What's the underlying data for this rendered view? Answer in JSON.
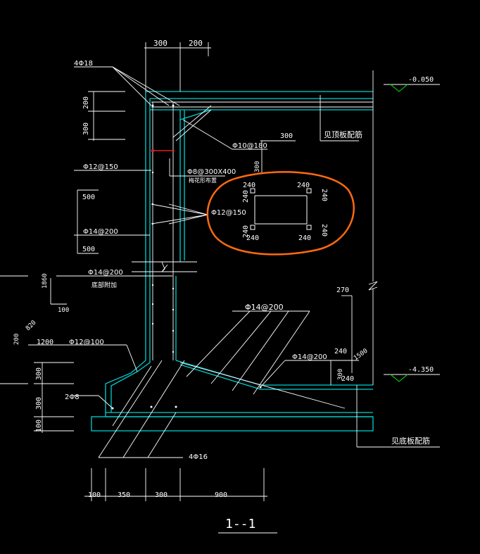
{
  "colors": {
    "background": "#000000",
    "outline": "#00d0d0",
    "rebar": "#ffffff",
    "dimension": "#ffffff",
    "text": "#ffffff",
    "level_mark": "#00c000",
    "annotation": "#ff6a10",
    "hook": "#e02020"
  },
  "labels": {
    "rebar_4phi18": "4Φ18",
    "dim_300_top": "300",
    "dim_200_top": "200",
    "dim_200_v": "200",
    "dim_300_v": "300",
    "phi10_180": "Φ10@180",
    "dim_300_r": "300",
    "dim_300_r_v": "300",
    "phi12_150_left": "Φ12@150",
    "phi8_300x400": "Φ8@300X400",
    "phi8_note": "梅花形布置",
    "dim_500_a": "500",
    "dim_500_b": "500",
    "phi12_150_mid": "Φ12@150",
    "phi14_200_left": "Φ14@200",
    "phi14_200_lower": "Φ14@200",
    "added_bar": "底部附加",
    "dim_1860": "1860",
    "dim_100_a": "100",
    "dim_820": "820",
    "dim_200_b": "200",
    "dim_1200": "1200",
    "phi12_100": "Φ12@100",
    "dim_300_c": "300",
    "dim_300_d": "300",
    "dim_100_b": "100",
    "rebar_2phi8": "2Φ8",
    "rebar_4phi16": "4Φ16",
    "phi14_200_slab": "Φ14@200",
    "phi14_200_r": "Φ14@200",
    "dim_270": "270",
    "dim_240_a": "240",
    "dim_1500": "1500",
    "dim_300_e": "300",
    "dim_240_b": "240",
    "see_top_slab": "见顶板配筋",
    "see_bottom_slab": "见底板配筋",
    "level_top": "-0.050",
    "level_bottom": "-4.350",
    "opening_240_tl": "240",
    "opening_240_tr": "240",
    "opening_240_bl": "240",
    "opening_240_br": "240",
    "opening_240_lt": "240",
    "opening_240_lb": "240",
    "opening_240_rt": "240",
    "opening_240_rb": "240",
    "bottom_dim_100": "100",
    "bottom_dim_350": "350",
    "bottom_dim_300": "300",
    "bottom_dim_900": "900",
    "section_title": "1--1"
  }
}
